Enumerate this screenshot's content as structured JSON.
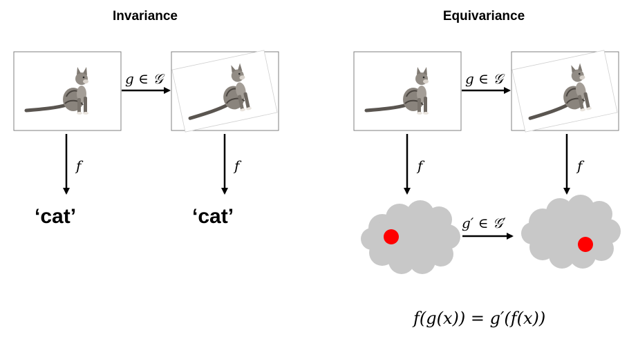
{
  "invariance": {
    "title": "Invariance",
    "transform_label": "g ∈ 𝒢",
    "map_left_label": "f",
    "map_right_label": "f",
    "output_left": "‘cat’",
    "output_right": "‘cat’"
  },
  "equivariance": {
    "title": "Equivariance",
    "transform_label": "g ∈ 𝒢",
    "map_left_label": "f",
    "map_right_label": "f",
    "feature_transform_label": "g′ ∈ 𝒢′",
    "equation": "f(g(x)) = g′(f(x))"
  },
  "colors": {
    "cloud": "#c8c8c8",
    "point": "#ff0000",
    "frame": "#7f7f7f"
  }
}
